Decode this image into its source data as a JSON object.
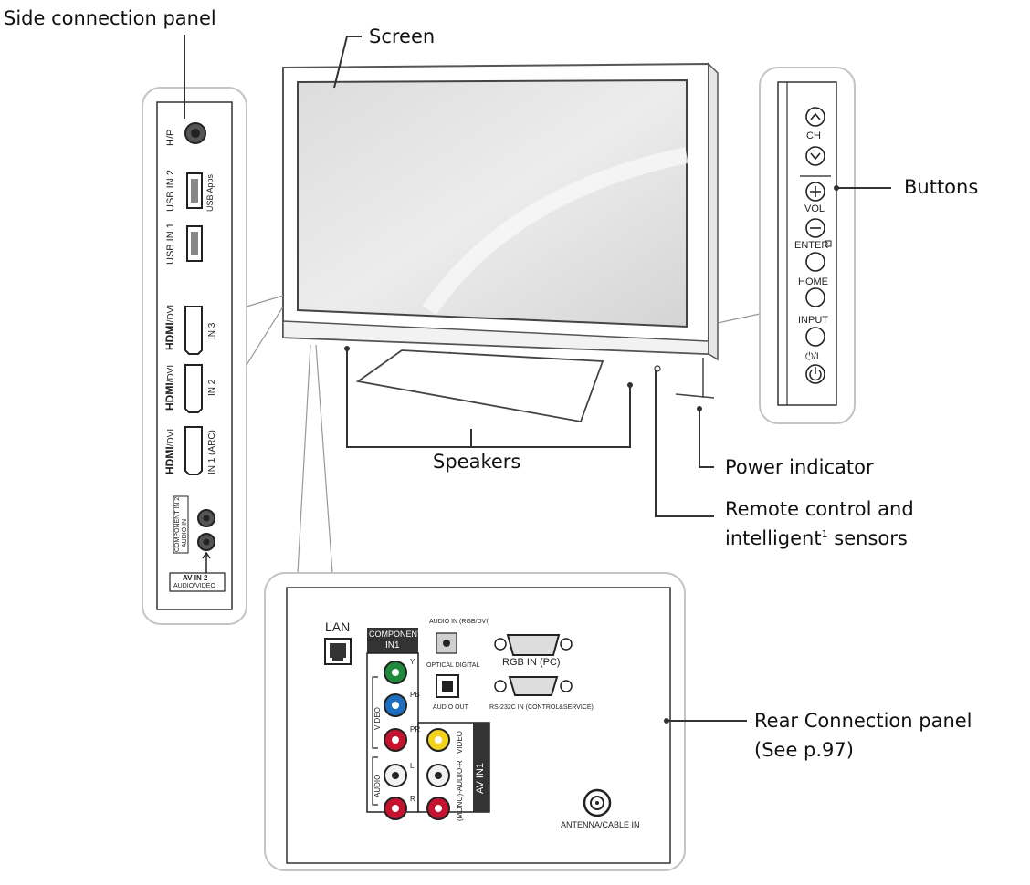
{
  "callouts": {
    "side_panel": "Side connection panel",
    "screen": "Screen",
    "buttons": "Buttons",
    "speakers": "Speakers",
    "power_indicator": "Power indicator",
    "remote_line1": "Remote control and",
    "remote_line2_pre": "intelligent",
    "remote_sup": "1",
    "remote_line2_post": " sensors",
    "rear_line1": "Rear Connection panel",
    "rear_line2": "(See p.97)"
  },
  "side_panel": {
    "hp": "H/P",
    "usb2": "USB IN 2",
    "usb_apps": "USB Apps",
    "usb1": "USB IN 1",
    "hdmi": "HDMI",
    "dvi": "/DVI",
    "in3": "IN 3",
    "in2": "IN 2",
    "in1": "IN 1 (ARC)",
    "comp_in2": "COMPONENT IN 2",
    "audio_in": "AUDIO IN",
    "av_in2": "AV IN 2",
    "av_sub": "AUDIO/VIDEO"
  },
  "buttons_panel": {
    "ch": "CH",
    "vol": "VOL",
    "enter": "ENTER",
    "home": "HOME",
    "input": "INPUT",
    "power": "⏻/I"
  },
  "rear_panel": {
    "lan": "LAN",
    "component": "COMPONENT",
    "in1": "IN1",
    "audio_in_rgb": "AUDIO IN (RGB/DVI)",
    "optical": "OPTICAL DIGITAL",
    "audio_out": "AUDIO OUT",
    "rgb_in": "RGB IN (PC)",
    "rs232": "RS-232C IN (CONTROL&SERVICE)",
    "video": "VIDEO",
    "audio": "AUDIO",
    "av_in1": "AV IN1",
    "mono_audio": "(MONO)-AUDIO-R",
    "y": "Y",
    "pb": "PB",
    "pr": "PR",
    "l": "L",
    "r": "R",
    "antenna": "ANTENNA/CABLE IN"
  },
  "colors": {
    "green_jack": "#1f8a3c",
    "blue_jack": "#1f6fc0",
    "red_jack": "#c4122f",
    "yellow_jack": "#f2d21a",
    "white_jack": "#f2f2f2",
    "line": "#333333",
    "frame": "#bdbdbd"
  }
}
